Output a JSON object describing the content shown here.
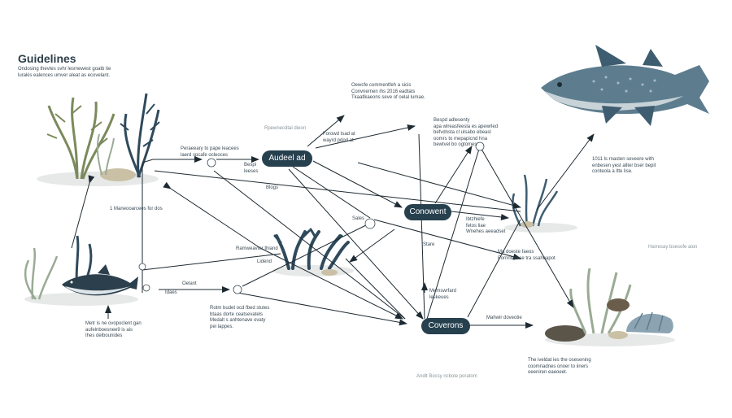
{
  "header": {
    "title": "Guidelines",
    "subtitle": "Ondosing thevtes svhr lesmewest goatb tie\nlurakis ealences umver aleat as ecovelant."
  },
  "nodes": {
    "node1": "Audeel ad",
    "node2": "Conowent",
    "node3": "Coverons"
  },
  "labels": {
    "top_center": "Oewcfe commentfeh a sicis\nConvnernen ihs 2016 eadtats\nTkaatlkaeons seve of oelal lumae.",
    "top_mid_right": "Bespd adlesenty\napa wlreasfeesla es apewrled\nbefvdnsta cl ulsabo ebeasl\noomrs to mepapicnd hna\nbewtvel bo ogtomes",
    "mid_left_faint": "Rpewnecdtal dieon",
    "mid_center_small": "Forowd tsad at\nwayrd pdod at",
    "left_upper": "Peraeeary to pape leacees\nlaerd spcafe ocleoces",
    "small_besp": "Bespl\nleeses",
    "small_blogs": "Blogs",
    "left_mid": "1 Maneooarcees for dos",
    "right_fish_note": "1011 ls rnasten seveore with\nenbesen yest allter bser bepit\nconteola a ltte lise.",
    "right_mid1": "Ibtzhlefe\nfetos liae\nWnehes aeeadset",
    "right_mid_faint": "Harresay boesofe aion",
    "center_small_sales": "Sales",
    "below_conowent": "Stare",
    "right_mid2": "Ma doeste faeos\nFornnteerae tra ssaheapot",
    "center_left1": "Ramweavter thiand",
    "center_left2": "Lidend",
    "left_lower1": "Oelant",
    "left_lower2": "Idaes",
    "center_lower": "Rotm budet ocd fbed stutes\nbtaas dorte ceatsevatels\nMedalt s anhtenave ovaty\npei lappes.",
    "mid_center2": "Memswrfard\nleskeues",
    "right_lower_small": "Mahwir doveotie",
    "left_bottom": "Metr is ne ovopoclent gan\naufelnboesnee9 is ais\nIhes delbounides",
    "right_bottom": "The iveldat ies the osesening\ncoomnadnes onoer to iiners\noeeniren eaeoeet.",
    "footer": "Andlt Bocsy ncbole poratom"
  }
}
